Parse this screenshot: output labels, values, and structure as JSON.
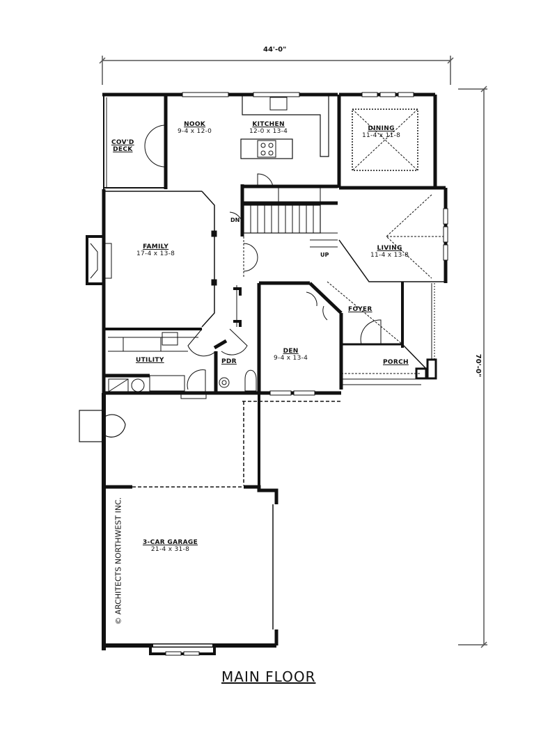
{
  "plan": {
    "title": "MAIN FLOOR",
    "credit": "© ARCHITECTS NORTHWEST INC.",
    "overall_width": "44'-0\"",
    "overall_depth": "70'-0\""
  },
  "rooms": {
    "covd_deck": {
      "name": "COV'D DECK",
      "name_line1": "COV'D",
      "name_line2": "DECK"
    },
    "nook": {
      "name": "NOOK",
      "dims": "9-4 x 12-0"
    },
    "kitchen": {
      "name": "KITCHEN",
      "dims": "12-0 x 13-4"
    },
    "dining": {
      "name": "DINING",
      "dims": "11-4 x 11-8"
    },
    "family": {
      "name": "FAMILY",
      "dims": "17-4 x 13-8"
    },
    "living": {
      "name": "LIVING",
      "dims": "11-4 x 13-8"
    },
    "foyer": {
      "name": "FOYER"
    },
    "den": {
      "name": "DEN",
      "dims": "9-4 x 13-4"
    },
    "utility": {
      "name": "UTILITY"
    },
    "pdr": {
      "name": "PDR"
    },
    "porch": {
      "name": "PORCH"
    },
    "garage": {
      "name": "3-CAR GARAGE",
      "dims": "21-4 x 31-8"
    }
  },
  "stairs": {
    "down": "DN",
    "up": "UP"
  },
  "colors": {
    "ink": "#111111",
    "paper": "#ffffff",
    "dim_line": "#555555"
  }
}
